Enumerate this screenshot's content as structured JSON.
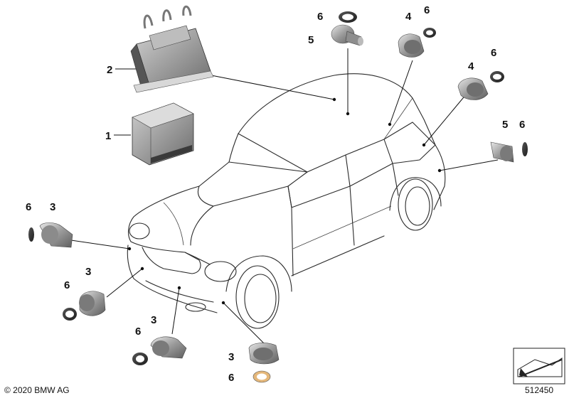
{
  "callouts": {
    "c1": "1",
    "c2": "2",
    "c3a": "3",
    "c3b": "3",
    "c3c": "3",
    "c3d": "3",
    "c4a": "4",
    "c4b": "4",
    "c5a": "5",
    "c5b": "5",
    "c6a": "6",
    "c6b": "6",
    "c6c": "6",
    "c6d": "6",
    "c6e": "6",
    "c6f": "6",
    "c6g": "6"
  },
  "footer": {
    "copyright": "© 2020 BMW AG",
    "diagram_id": "512450"
  },
  "colors": {
    "line": "#111111",
    "part_body": "#8a8a8a",
    "part_light": "#d4d4d4"
  }
}
